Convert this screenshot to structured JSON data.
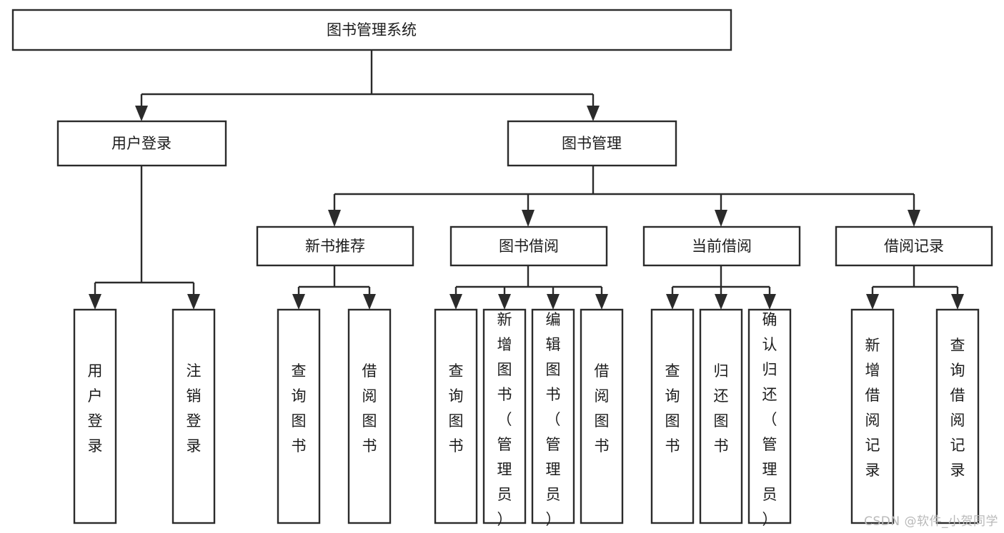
{
  "diagram": {
    "type": "tree-flowchart",
    "title": "图书管理系统",
    "orientation": "top-down",
    "style": {
      "box_fill": "#ffffff",
      "box_stroke": "#2b2b2b",
      "text_color": "#1c1c1c",
      "background": "#ffffff",
      "watermark_color": "#b9b9b9"
    },
    "root": {
      "label": "图书管理系统"
    },
    "level2": [
      {
        "label": "用户登录"
      },
      {
        "label": "图书管理"
      }
    ],
    "level3": [
      {
        "label": "新书推荐"
      },
      {
        "label": "图书借阅"
      },
      {
        "label": "当前借阅"
      },
      {
        "label": "借阅记录"
      }
    ],
    "leaves": {
      "user_login": [
        {
          "label": "用户登录"
        },
        {
          "label": "注销登录"
        }
      ],
      "new_book_recommend": [
        {
          "label": "查询图书"
        },
        {
          "label": "借阅图书"
        }
      ],
      "book_borrow": [
        {
          "label": "查询图书"
        },
        {
          "label": "新增图书（管理员）"
        },
        {
          "label": "编辑图书（管理员）"
        },
        {
          "label": "借阅图书"
        }
      ],
      "current_borrow": [
        {
          "label": "查询图书"
        },
        {
          "label": "归还图书"
        },
        {
          "label": "确认归还（管理员）"
        }
      ],
      "borrow_record": [
        {
          "label": "新增借阅记录"
        },
        {
          "label": "查询借阅记录"
        }
      ]
    }
  },
  "watermark": {
    "text": "CSDN @软件_小贺同学"
  }
}
